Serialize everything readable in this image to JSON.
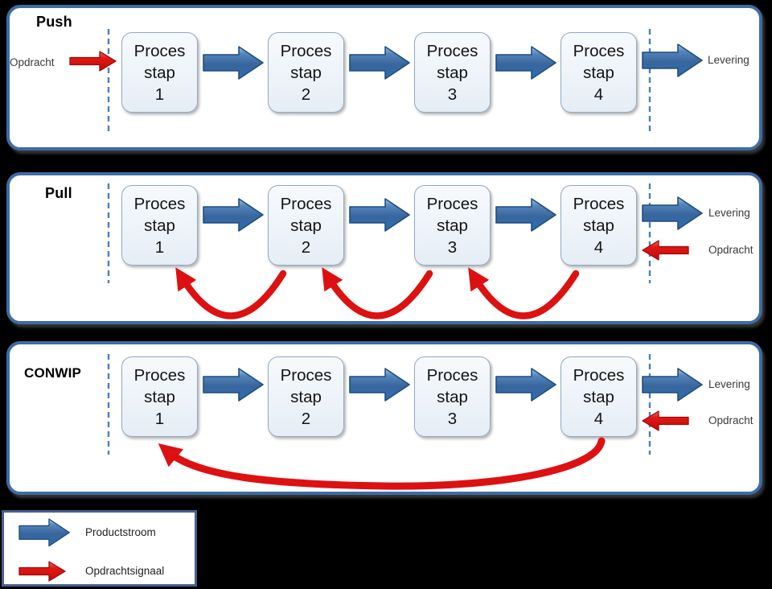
{
  "panels": [
    {
      "title": "Push",
      "order_label": "Opdracht",
      "delivery_label": "Levering",
      "boxes": [
        "Proces\nstap\n1",
        "Proces\nstap\n2",
        "Proces\nstap\n3",
        "Proces\nstap\n4"
      ]
    },
    {
      "title": "Pull",
      "order_label": "Opdracht",
      "delivery_label": "Levering",
      "boxes": [
        "Proces\nstap\n1",
        "Proces\nstap\n2",
        "Proces\nstap\n3",
        "Proces\nstap\n4"
      ]
    },
    {
      "title": "CONWIP",
      "order_label": "Opdracht",
      "delivery_label": "Levering",
      "boxes": [
        "Proces\nstap\n1",
        "Proces\nstap\n2",
        "Proces\nstap\n3",
        "Proces\nstap\n4"
      ]
    }
  ],
  "legend": {
    "items": [
      {
        "icon": "blue-arrow-icon",
        "label": "Productstroom"
      },
      {
        "icon": "red-arrow-icon",
        "label": "Opdrachtsignaal"
      }
    ]
  },
  "colors": {
    "panel_border": "#3d6ca5",
    "blue_arrow": "#2f6cb4",
    "red_arrow": "#dd1111",
    "box_fill": "#e9f0f7",
    "dashed_line": "#4b7fbe",
    "background": "#000000"
  }
}
